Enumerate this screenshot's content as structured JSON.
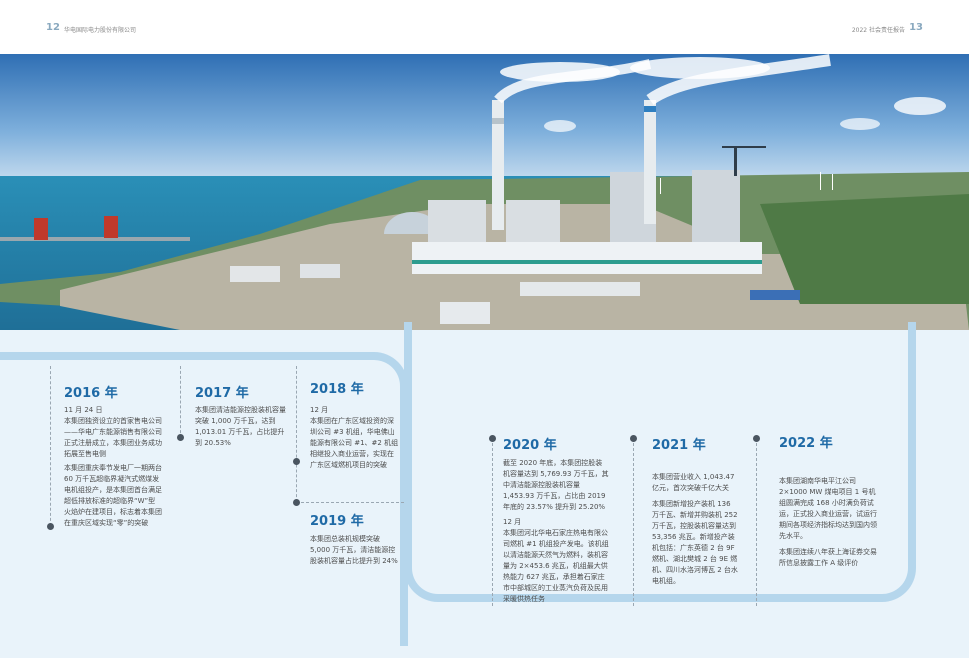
{
  "header": {
    "left_page_number": "12",
    "left_title": "华电国际电力股份有限公司",
    "right_title": "2022 社会责任报告",
    "right_page_number": "13"
  },
  "photo": {
    "icon": "power-plant-photo"
  },
  "timeline": [
    {
      "year": "2016 年",
      "paragraphs": [
        "11 月 24 日",
        "本集团独资设立的首家售电公司——华电广东能源销售有限公司正式注册成立，本集团业务成功拓展至售电侧",
        "本集团重庆奉节发电厂一期两台 60 万千瓦超临界凝汽式燃煤发电机组投产，是本集团首台满足超低排放标准的超临界“W”型火焰炉在建项目，标志着本集团在重庆区域实现“零”的突破"
      ]
    },
    {
      "year": "2017 年",
      "paragraphs": [
        "本集团清洁能源控股装机容量突破 1,000 万千瓦，达到 1,013.01 万千瓦，占比提升到 20.53%"
      ]
    },
    {
      "year": "2018 年",
      "paragraphs": [
        "12 月",
        "本集团在广东区域投资的深圳公司 #3 机组，华电佛山能源有限公司 #1、#2 机组相继投入商业运营，实现在广东区域燃机项目的突破"
      ]
    },
    {
      "year": "2019 年",
      "paragraphs": [
        "本集团总装机规模突破 5,000 万千瓦，清洁能源控股装机容量占比提升到 24%"
      ]
    },
    {
      "year": "2020 年",
      "paragraphs": [
        "截至 2020 年底，本集团控股装机容量达到 5,769.93 万千瓦，其中清洁能源控股装机容量 1,453.93 万千瓦，占比由 2019 年底的 23.57% 提升到 25.20%",
        "12 月",
        "本集团河北华电石家庄热电有限公司燃机 #1 机组投产发电。该机组以清洁能源天然气为燃料，装机容量为 2×453.6 兆瓦，机组最大供热能力 627 兆瓦，承担着石家庄市中部城区的工业蒸汽负荷及民用采暖供热任务"
      ]
    },
    {
      "year": "2021 年",
      "paragraphs": [
        "本集团营业收入 1,043.47 亿元，首次突破千亿大关",
        "本集团新增投产装机 136 万千瓦、新增并购装机 252 万千瓦，控股装机容量达到 53,356 兆瓦。新增投产装机包括：广东英德 2 台 9F 燃机、湖北樊城 2 台 9E 燃机、四川水洛河博瓦 2 台水电机组。"
      ]
    },
    {
      "year": "2022 年",
      "paragraphs": [
        "本集团湖南华电平江公司 2×1000 MW 煤电项目 1 号机组圆满完成 168 小时满负荷试运，正式投入商业运营，试运行期间各项经济指标均达到国内领先水平。",
        "本集团连续八年获上海证券交易所信息披露工作 A 级评价"
      ]
    }
  ]
}
